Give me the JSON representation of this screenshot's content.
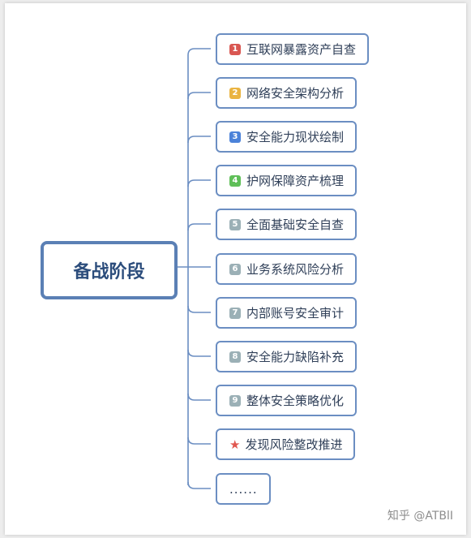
{
  "root": {
    "label": "备战阶段"
  },
  "nodes": [
    {
      "badge": "1",
      "badge_color": "#d95752",
      "label": "互联网暴露资产自查"
    },
    {
      "badge": "2",
      "badge_color": "#eab441",
      "label": "网络安全架构分析"
    },
    {
      "badge": "3",
      "badge_color": "#4b82d9",
      "label": "安全能力现状绘制"
    },
    {
      "badge": "4",
      "badge_color": "#5fbf58",
      "label": "护网保障资产梳理"
    },
    {
      "badge": "5",
      "badge_color": "#9bb0b6",
      "label": "全面基础安全自查"
    },
    {
      "badge": "6",
      "badge_color": "#9bb0b6",
      "label": "业务系统风险分析"
    },
    {
      "badge": "7",
      "badge_color": "#9bb0b6",
      "label": "内部账号安全审计"
    },
    {
      "badge": "8",
      "badge_color": "#9bb0b6",
      "label": "安全能力缺陷补充"
    },
    {
      "badge": "9",
      "badge_color": "#9bb0b6",
      "label": "整体安全策略优化"
    },
    {
      "icon": "star-icon",
      "icon_color": "#e0564f",
      "label": "发现风险整改推进"
    },
    {
      "label": "......"
    }
  ],
  "watermark": "知乎 @ATBlI"
}
